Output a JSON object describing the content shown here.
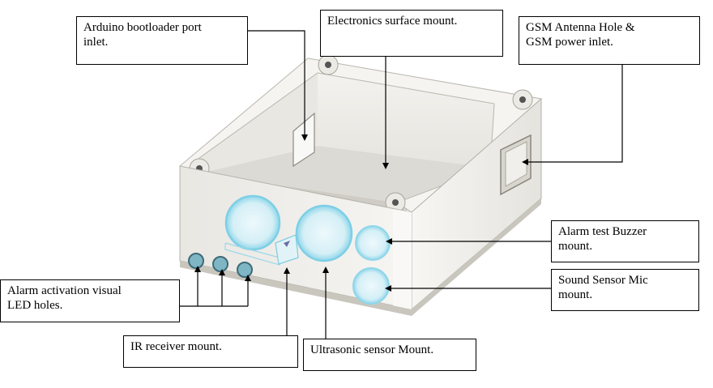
{
  "callouts": {
    "arduino": "Arduino bootloader port\ninlet.",
    "electronics": "Electronics surface mount.",
    "gsm": "GSM Antenna Hole &\nGSM power inlet.",
    "buzzer": "Alarm test Buzzer\nmount.",
    "sound": "Sound Sensor Mic\nmount.",
    "led": "Alarm activation visual\nLED holes.",
    "ir": "IR receiver mount.",
    "ultrasonic": "Ultrasonic sensor Mount."
  },
  "colors": {
    "enclosure_light": "#f2f1ed",
    "enclosure_mid": "#dedcd6",
    "enclosure_dark": "#c8c5bd",
    "hole_highlight": "#9fe0f0",
    "leader": "#000000"
  }
}
